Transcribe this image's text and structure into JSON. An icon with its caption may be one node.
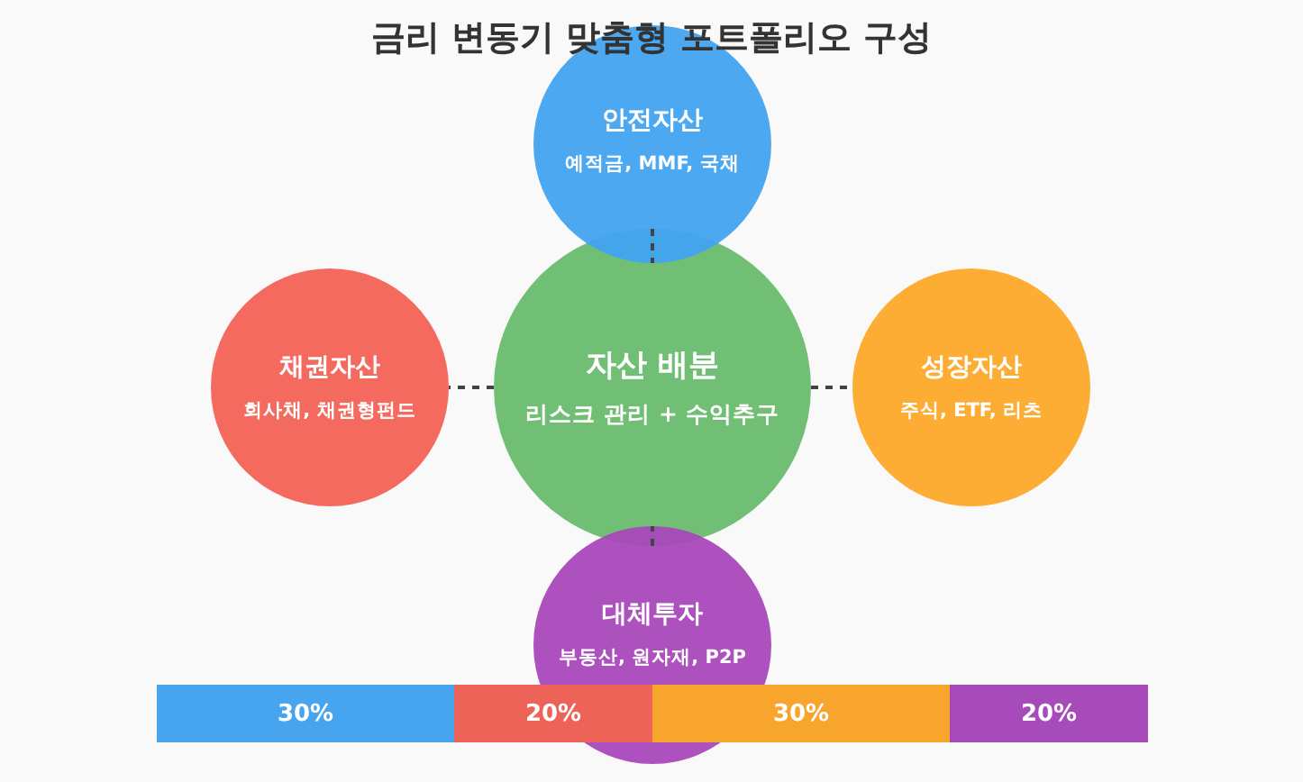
{
  "diagram": {
    "title": "금리 변동기 맞춤형 포트폴리오 구성",
    "nodes": [
      {
        "text": [
          "안전자산",
          "예적금, MMF, 국채"
        ]
      },
      {
        "text": [
          "채권자산",
          "회사채, 채권형펀드"
        ]
      },
      {
        "text": [
          "자산 배분",
          "리스크 관리 + 수익추구"
        ]
      },
      {
        "text": [
          "성장자산",
          "주식, ETF, 리츠"
        ]
      },
      {
        "text": [
          "대체투자",
          "부동산, 원자재, P2P"
        ]
      },
      {
        "text": [
          "30%"
        ]
      },
      {
        "text": [
          "20%"
        ]
      },
      {
        "text": [
          "30%"
        ]
      },
      {
        "text": [
          "20%"
        ]
      }
    ],
    "edges": [
      {
        "from": 2,
        "to": 0,
        "arrow": "none",
        "style": "dashed"
      },
      {
        "from": 2,
        "to": 1,
        "arrow": "none",
        "style": "dashed"
      },
      {
        "from": 2,
        "to": 3,
        "arrow": "none",
        "style": "dashed"
      },
      {
        "from": 2,
        "to": 4,
        "arrow": "none",
        "style": "dashed"
      }
    ]
  }
}
